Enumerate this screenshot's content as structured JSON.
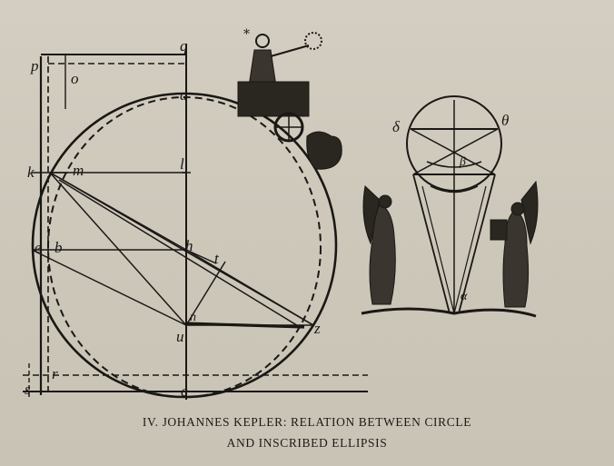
{
  "caption": {
    "line1": "IV. JOHANNES KEPLER: RELATION BETWEEN CIRCLE",
    "line2": "AND INSCRIBED ELLIPSIS"
  },
  "figure_labels": {
    "p": "p",
    "q": "q",
    "o": "o",
    "a": "a",
    "k": "k",
    "m": "m",
    "l": "l",
    "h": "h",
    "e": "e",
    "b": "b",
    "t": "t",
    "n": "n",
    "u": "u",
    "z": "z",
    "r": "r",
    "s": "s",
    "c": "c"
  },
  "diagram_labels": {
    "delta": "δ",
    "theta": "θ",
    "beta": "β",
    "alpha": "α"
  },
  "colors": {
    "paper": "#cfc9bc",
    "ink": "#1a1815"
  }
}
